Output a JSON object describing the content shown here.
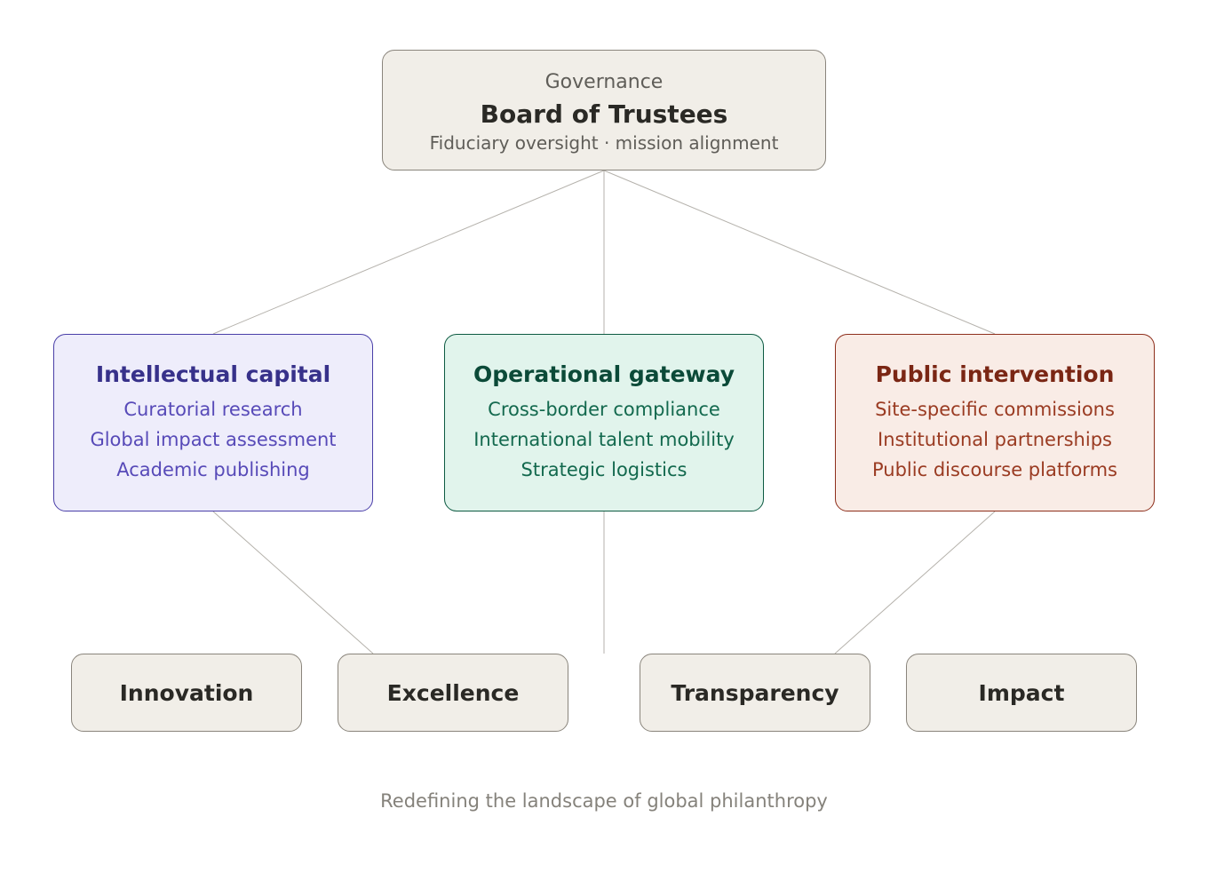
{
  "board": {
    "eyebrow": "Governance",
    "title": "Board of Trustees",
    "subtitle": "Fiduciary oversight · mission alignment"
  },
  "pillars": [
    {
      "title": "Intellectual capital",
      "items": [
        "Curatorial research",
        "Global impact assessment",
        "Academic publishing"
      ],
      "color": "#37318a",
      "fill": "#eeedfb"
    },
    {
      "title": "Operational gateway",
      "items": [
        "Cross-border compliance",
        "International talent mobility",
        "Strategic logistics"
      ],
      "color": "#0b4a38",
      "fill": "#e1f4ec"
    },
    {
      "title": "Public intervention",
      "items": [
        "Site-specific commissions",
        "Institutional partnerships",
        "Public discourse platforms"
      ],
      "color": "#7a2614",
      "fill": "#f9ece6"
    }
  ],
  "values": [
    "Innovation",
    "Excellence",
    "Transparency",
    "Impact"
  ],
  "tagline": "Redefining the landscape of global philanthropy",
  "colors": {
    "neutral_fill": "#f1eee8",
    "connector": "#b5b2ac"
  }
}
